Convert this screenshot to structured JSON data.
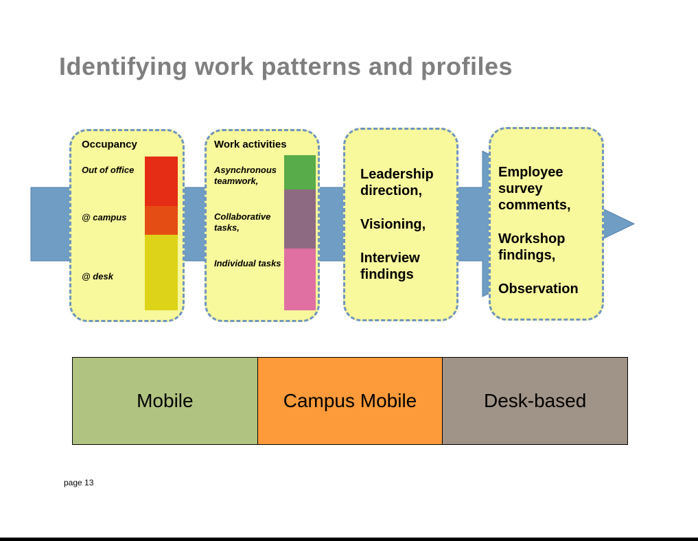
{
  "title": "Identifying work patterns and profiles",
  "colors": {
    "arrow": "#6f9dc4",
    "card_fill": "#f8f89c",
    "card_border": "#6f95c0",
    "title": "#7f7f7f"
  },
  "cards": {
    "occupancy": {
      "heading": "Occupancy",
      "rows": [
        {
          "label": "Out of office",
          "color": "#e52c14"
        },
        {
          "label": "@ campus",
          "color": "#e44e14"
        },
        {
          "label": "@ desk",
          "color": "#ddd41a"
        }
      ]
    },
    "activities": {
      "heading": "Work activities",
      "rows": [
        {
          "label": "Asynchronous teamwork,",
          "color": "#58ac49"
        },
        {
          "label": "Collaborative tasks,",
          "color": "#8e6a82"
        },
        {
          "label": "Individual tasks",
          "color": "#e070a1"
        }
      ]
    },
    "leadership": {
      "lines": [
        "Leadership direction,",
        "Visioning,",
        "Interview findings"
      ]
    },
    "employee": {
      "lines": [
        "Employee survey comments,",
        "Workshop findings,",
        "Observation"
      ]
    }
  },
  "profiles": [
    {
      "label": "Mobile",
      "color": "#b1c380"
    },
    {
      "label": "Campus Mobile",
      "color": "#fd9a39"
    },
    {
      "label": "Desk-based",
      "color": "#a09387"
    }
  ],
  "page_label": "page 13"
}
